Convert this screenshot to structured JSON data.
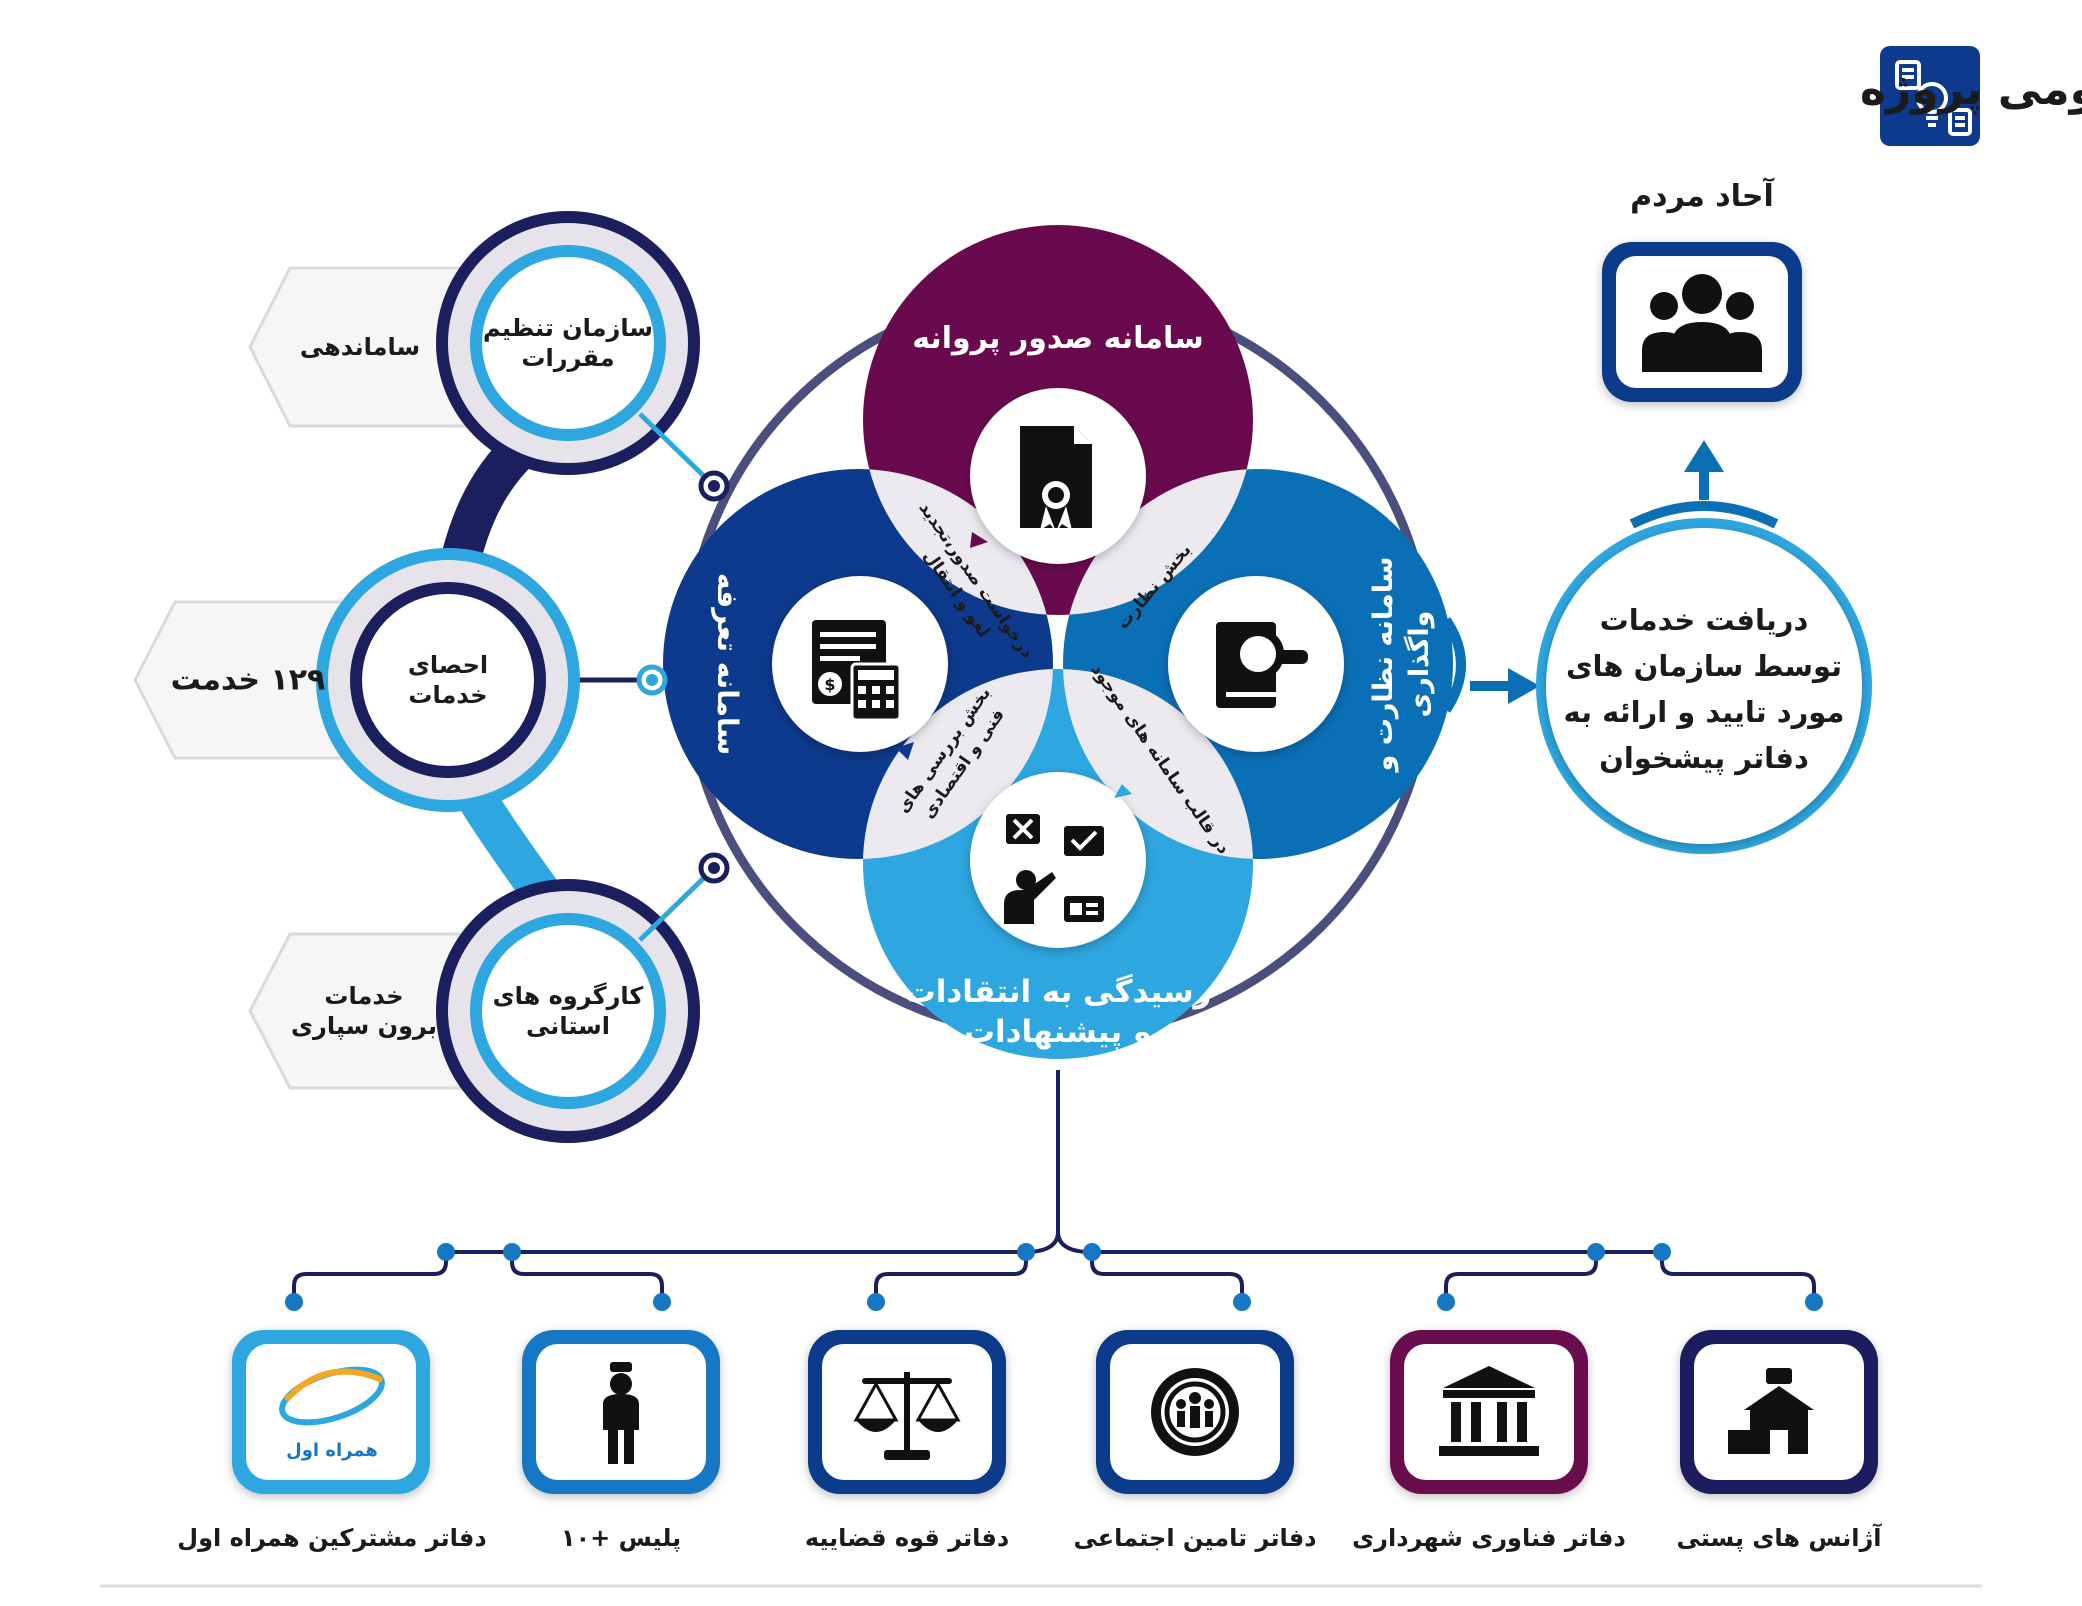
{
  "header": {
    "title": "مدل مفهومی پروژه",
    "icon": "idea-notes-icon"
  },
  "colors": {
    "navy": "#1c1f5e",
    "dark_blue": "#0d3a8c",
    "blue": "#0b6fb6",
    "light_blue": "#2ea6df",
    "purple": "#6a0a4e",
    "ring": "#4a4f7e",
    "grey": "#eceaef"
  },
  "people": {
    "label": "آحاد مردم",
    "icon": "people-group-icon"
  },
  "service_circle": {
    "lines": [
      "دریافت خدمات",
      "توسط سازمان های",
      "مورد تایید و ارائه به",
      "دفاتر پیشخوان"
    ]
  },
  "left_chain": [
    {
      "node": "سازمان تنظیم\nمقررات",
      "tag": "ساماندهی"
    },
    {
      "node": "احصای\nخدمات",
      "tag": "۱۲۹ خدمت"
    },
    {
      "node": "کارگروه های\nاستانی",
      "tag": "خدمات\nبرون سپاری"
    }
  ],
  "systems": {
    "top": "سامانه صدور پروانه",
    "right": "سامانه نظارت و\nواگذاری",
    "left": "سامانه تعرفه",
    "bottom": "رسیدگی به انتقادات\nو پیشنهادات"
  },
  "petals": {
    "top_left": "درخواست صدور،تجدید\nلغو و انتقال",
    "top_right": "بخش نظارت",
    "bottom_left": "بخش بررسی های\nفنی و اقتصادی",
    "bottom_right": "در قالب سامانه های موجود"
  },
  "system_icons": {
    "top": "certificate-document-icon",
    "right": "document-magnifier-icon",
    "left": "invoice-calculator-icon",
    "bottom": "presenter-feedback-icon"
  },
  "offices": [
    {
      "label": "دفاتر مشترکین همراه اول",
      "icon": "hamrah-aval-logo-icon",
      "logo_text": "همراه اول"
    },
    {
      "label": "پلیس +۱۰",
      "icon": "police-officer-icon"
    },
    {
      "label": "دفاتر قوه قضاییه",
      "icon": "scales-of-justice-icon"
    },
    {
      "label": "دفاتر تامین اجتماعی",
      "icon": "social-security-emblem-icon"
    },
    {
      "label": "دفاتر فناوری شهرداری",
      "icon": "government-building-icon"
    },
    {
      "label": "آژانس های پستی",
      "icon": "post-office-icon"
    }
  ]
}
